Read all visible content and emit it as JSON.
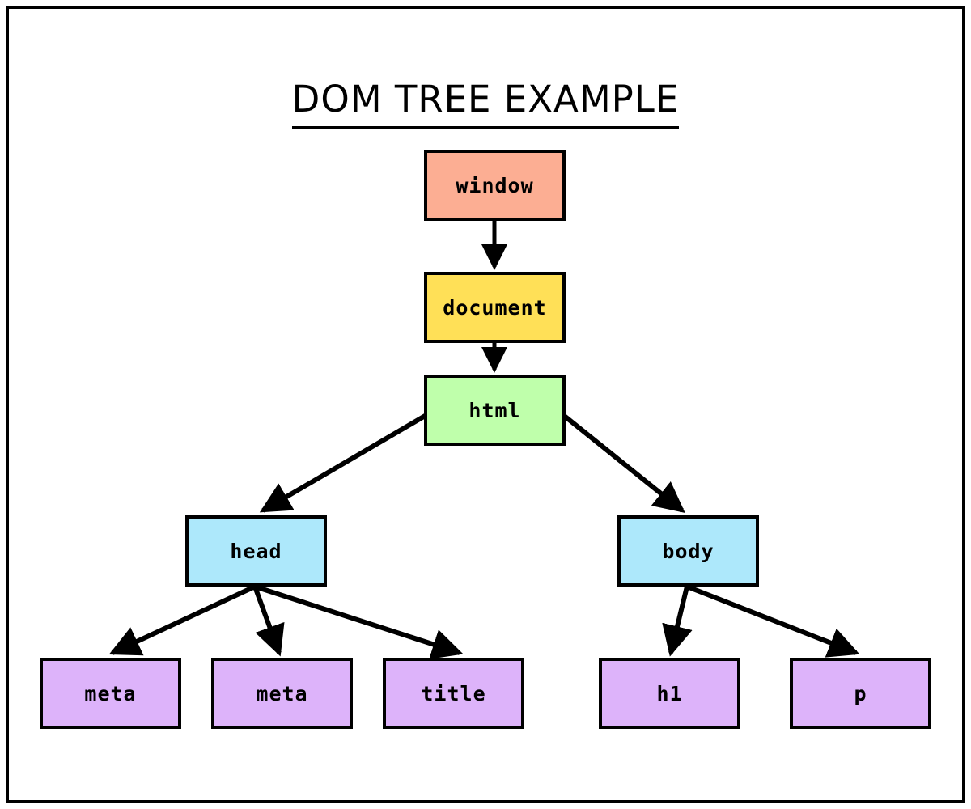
{
  "diagram": {
    "title": "DOM TREE EXAMPLE",
    "type": "tree",
    "background_color": "#FFFFFF",
    "frame_color": "#000000",
    "edge_color": "#000000",
    "nodes": [
      {
        "id": "window",
        "label": "window",
        "color": "#FCAE93",
        "level": 0
      },
      {
        "id": "document",
        "label": "document",
        "color": "#FFE057",
        "level": 1
      },
      {
        "id": "html",
        "label": "html",
        "color": "#BFFFAB",
        "level": 2
      },
      {
        "id": "head",
        "label": "head",
        "color": "#ADE8FB",
        "level": 3
      },
      {
        "id": "body",
        "label": "body",
        "color": "#ADE8FB",
        "level": 3
      },
      {
        "id": "meta1",
        "label": "meta",
        "color": "#DDB3FA",
        "level": 4
      },
      {
        "id": "meta2",
        "label": "meta",
        "color": "#DDB3FA",
        "level": 4
      },
      {
        "id": "title",
        "label": "title",
        "color": "#DDB3FA",
        "level": 4
      },
      {
        "id": "h1",
        "label": "h1",
        "color": "#DDB3FA",
        "level": 4
      },
      {
        "id": "p",
        "label": "p",
        "color": "#DDB3FA",
        "level": 4
      }
    ],
    "edges": [
      {
        "from": "window",
        "to": "document"
      },
      {
        "from": "document",
        "to": "html"
      },
      {
        "from": "html",
        "to": "head"
      },
      {
        "from": "html",
        "to": "body"
      },
      {
        "from": "head",
        "to": "meta1"
      },
      {
        "from": "head",
        "to": "meta2"
      },
      {
        "from": "head",
        "to": "title"
      },
      {
        "from": "body",
        "to": "h1"
      },
      {
        "from": "body",
        "to": "p"
      }
    ]
  }
}
